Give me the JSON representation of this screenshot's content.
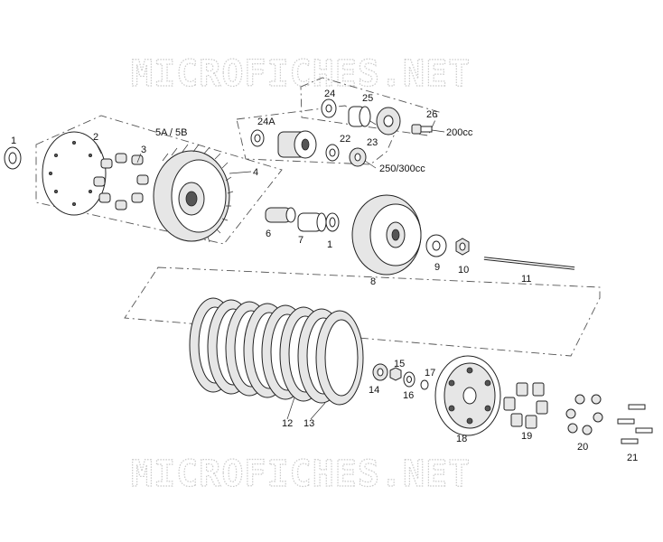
{
  "watermark": {
    "top": "MICROFICHES.NET",
    "bottom": "MICROFICHES.NET"
  },
  "variants": {
    "small": "200cc",
    "large": "250/300cc"
  },
  "callouts": {
    "c1": "1",
    "c2": "2",
    "c3": "3",
    "c4": "4",
    "c5": "5A / 5B",
    "c6": "6",
    "c7": "7",
    "c1b": "1",
    "c8": "8",
    "c9": "9",
    "c10": "10",
    "c11": "11",
    "c12": "12",
    "c13": "13",
    "c14": "14",
    "c15": "15",
    "c16": "16",
    "c17": "17",
    "c18": "18",
    "c19": "19",
    "c20": "20",
    "c21": "21",
    "c22": "22",
    "c23": "23",
    "c24": "24",
    "c24a": "24A",
    "c25": "25",
    "c26": "26"
  }
}
